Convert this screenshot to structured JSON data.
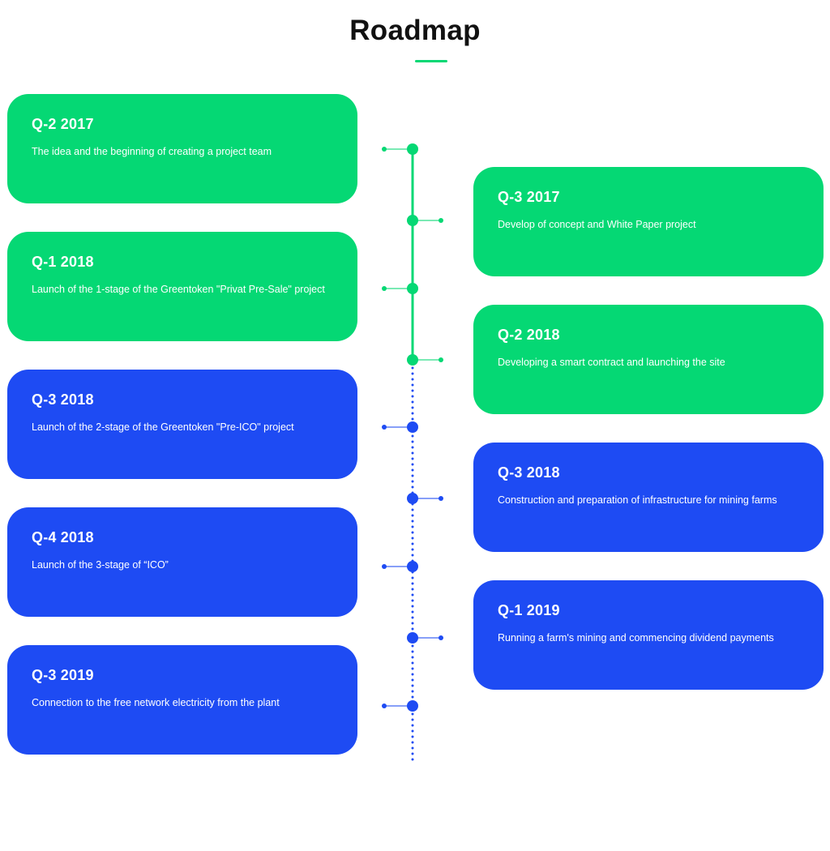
{
  "header": {
    "title": "Roadmap"
  },
  "colors": {
    "done": "#05d874",
    "upcoming": "#1e4bf3",
    "title": "#111111"
  },
  "milestones": [
    {
      "quarter": "Q-2 2017",
      "text": "The idea and the beginning of creating a project team",
      "status": "done"
    },
    {
      "quarter": "Q-3 2017",
      "text": "Develop of concept and White Paper project",
      "status": "done"
    },
    {
      "quarter": "Q-1 2018",
      "text": "Launch of the 1-stage of the Greentoken \"Privat Pre-Sale\" project",
      "status": "done"
    },
    {
      "quarter": "Q-2 2018",
      "text": "Developing a smart contract and launching the site",
      "status": "done"
    },
    {
      "quarter": "Q-3 2018",
      "text": "Launch of the 2-stage of the Greentoken \"Pre-ICO\" project",
      "status": "upcoming"
    },
    {
      "quarter": "Q-3 2018",
      "text": "Construction and preparation of infrastructure for mining farms",
      "status": "upcoming"
    },
    {
      "quarter": "Q-4 2018",
      "text": "Launch of the 3-stage of “ICO”",
      "status": "upcoming"
    },
    {
      "quarter": "Q-1 2019",
      "text": "Running a farm's mining and commencing dividend payments",
      "status": "upcoming"
    },
    {
      "quarter": "Q-3 2019",
      "text": "Connection to the free network electricity from the plant",
      "status": "upcoming"
    }
  ]
}
